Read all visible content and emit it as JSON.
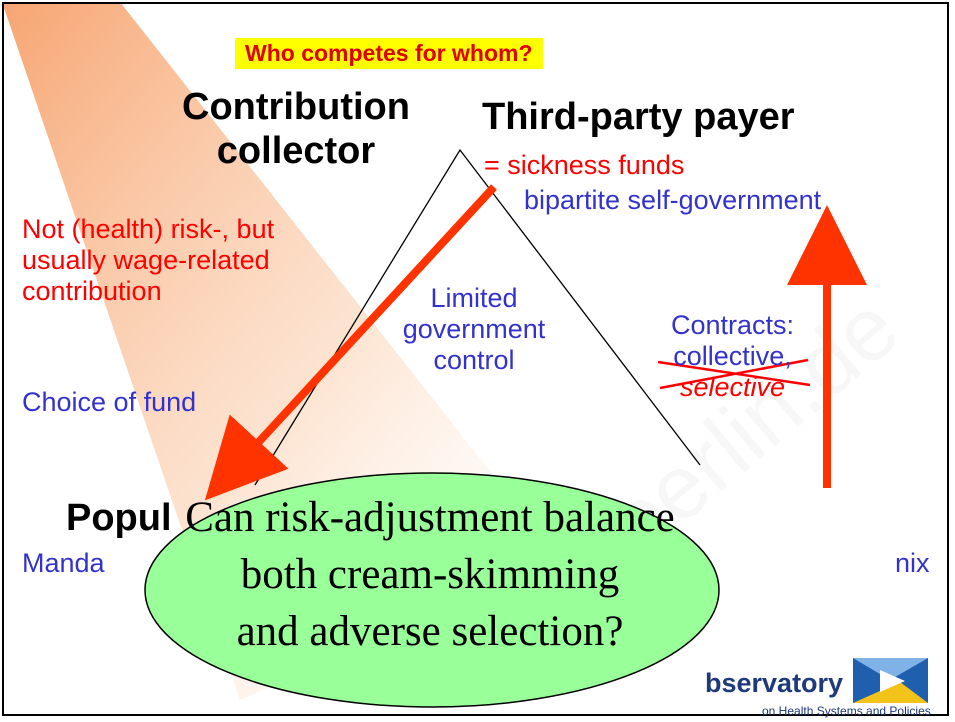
{
  "title": "Who competes for whom?",
  "nodes": {
    "contribution_collector": "Contribution collector",
    "contribution_collector_line1": "Contribution",
    "contribution_collector_line2": "collector",
    "third_party_payer": "Third-party payer",
    "population": "Popul"
  },
  "payer_notes": {
    "line1": "= sickness funds",
    "line2": "bipartite self-government"
  },
  "collector_notes": {
    "line1": "Not (health) risk-, but",
    "line2": "usually wage-related",
    "line3": "contribution"
  },
  "choice_of_fund": "Choice of fund",
  "government": {
    "line1": "Limited",
    "line2": "government",
    "line3": "control"
  },
  "contracts": {
    "label": "Contracts:",
    "collective": "collective",
    "comma": ",",
    "selective": "selective"
  },
  "population_left_text": "Manda",
  "population_right_text": "nix",
  "ellipse": {
    "line1": "Can risk-adjustment balance",
    "line2": "both cream-skimming",
    "line3": "and adverse selection?"
  },
  "logo": {
    "word": "bservatory",
    "subtitle": "on Health Systems and Policies"
  },
  "colors": {
    "arrow": "#ff3300",
    "ellipse_fill": "#99ff99",
    "title_bg": "#ffff00",
    "red_text": "#ff0000",
    "blue_text": "#3333cc"
  }
}
